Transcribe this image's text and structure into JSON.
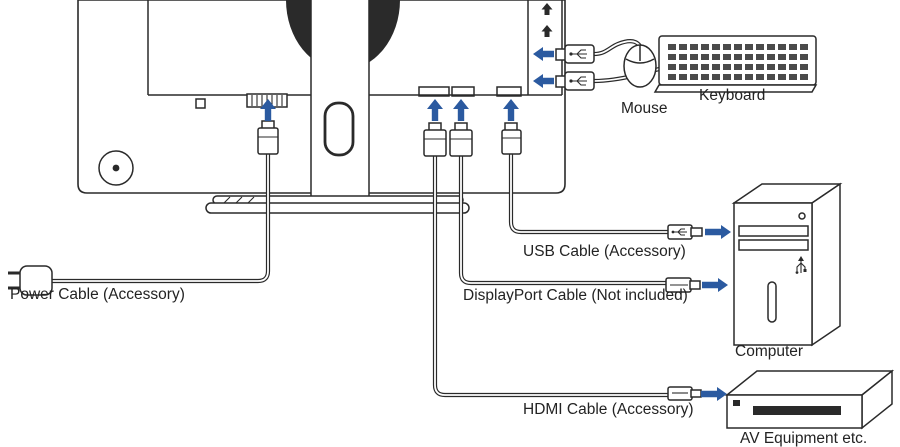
{
  "diagram": {
    "colors": {
      "arrow": "#2b5aa0"
    },
    "labels": {
      "mouse": "Mouse",
      "keyboard": "Keyboard",
      "usb_cable": "USB Cable (Accessory)",
      "displayport_cable": "DisplayPort Cable (Not included)",
      "power_cable": "Power Cable (Accessory)",
      "hdmi_cable": "HDMI Cable (Accessory)",
      "computer": "Computer",
      "av_equipment": "AV Equipment etc."
    }
  }
}
